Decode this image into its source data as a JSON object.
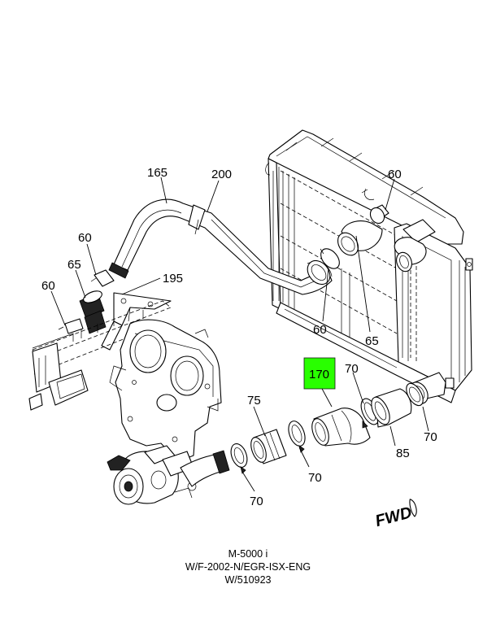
{
  "callouts": {
    "c165": "165",
    "c200": "200",
    "c60_top_right": "60",
    "c60_left_upper": "60",
    "c65_left": "65",
    "c60_left_lower": "60",
    "c195": "195",
    "c60_mid": "60",
    "c65_mid": "65",
    "c170": "170",
    "c70_right_upper": "70",
    "c75": "75",
    "c70_right_lower": "70",
    "c85": "85",
    "c70_mid": "70",
    "c70_bottom": "70"
  },
  "highlight": {
    "color": "#29ff00",
    "part": "170"
  },
  "direction_label": "FWD",
  "caption": {
    "line1": "M-5000 i",
    "line2": "W/F-2002-N/EGR-ISX-ENG",
    "line3": "W/510923"
  }
}
